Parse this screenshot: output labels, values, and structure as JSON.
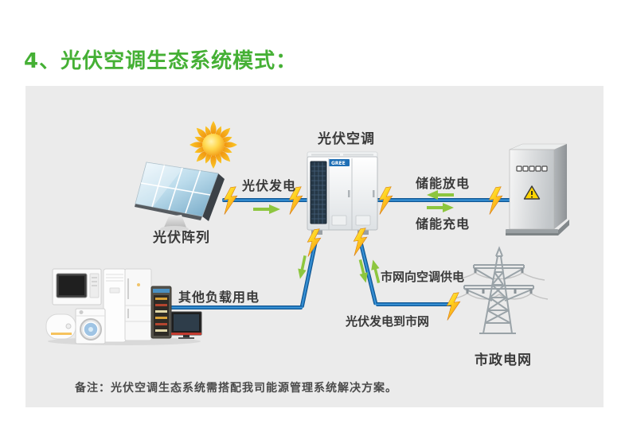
{
  "title": "4、光伏空调生态系统模式：",
  "diagram": {
    "nodes": {
      "pv_array": {
        "label": "光伏阵列"
      },
      "pv_ac": {
        "label": "光伏空调",
        "brand": "GREE"
      },
      "storage_cabinet": {},
      "appliances": {},
      "municipal_grid": {
        "label": "市政电网"
      }
    },
    "flows": {
      "pv_generation": "光伏发电",
      "storage_discharge": "储能放电",
      "storage_charge": "储能充电",
      "other_load": "其他负载用电",
      "grid_to_ac": "市网向空调供电",
      "pv_to_grid": "光伏发电到市网"
    }
  },
  "note": "备注：光伏空调生态系统需搭配我司能源管理系统解决方案。",
  "colors": {
    "title_green": "#45b035",
    "wire_blue": "#1c75bc",
    "arrow_green": "#8dc63f",
    "bolt_yellow": "#ffe14d",
    "bolt_orange": "#f7941d",
    "panel_bg": "#ebebeb",
    "label_dark": "#3a3a3a"
  }
}
